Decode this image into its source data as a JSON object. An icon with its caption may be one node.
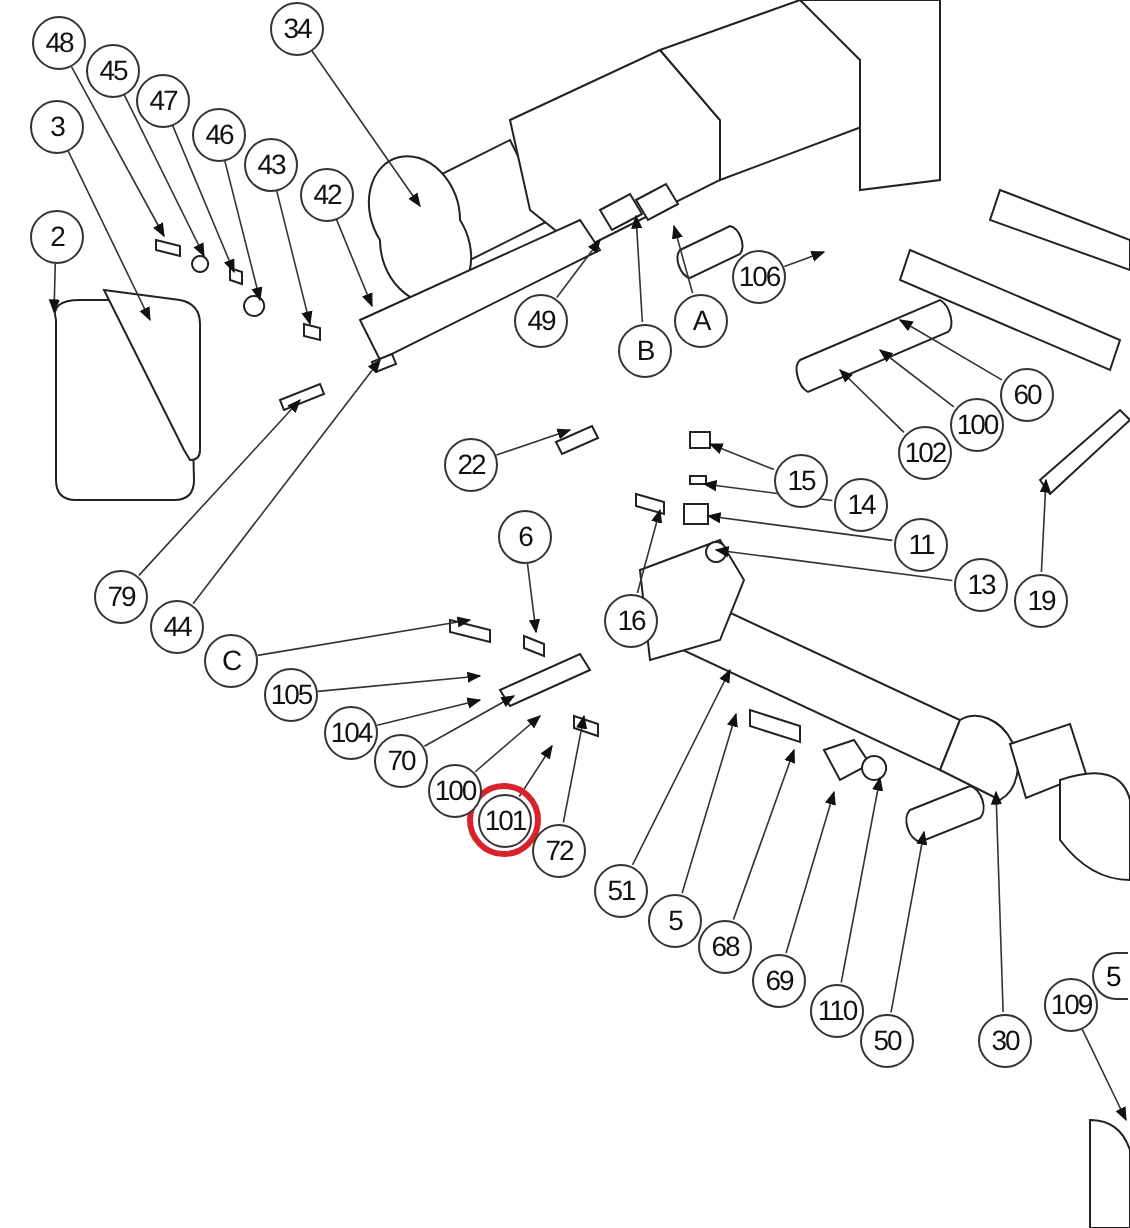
{
  "diagram": {
    "nodes": [
      {
        "text": [
          "34"
        ]
      },
      {
        "text": [
          "48"
        ]
      },
      {
        "text": [
          "45"
        ]
      },
      {
        "text": [
          "47"
        ]
      },
      {
        "text": [
          "46"
        ]
      },
      {
        "text": [
          "3"
        ]
      },
      {
        "text": [
          "43"
        ]
      },
      {
        "text": [
          "42"
        ]
      },
      {
        "text": [
          "2"
        ]
      },
      {
        "text": [
          "49"
        ]
      },
      {
        "text": [
          "106"
        ]
      },
      {
        "text": [
          "A"
        ]
      },
      {
        "text": [
          "B"
        ]
      },
      {
        "text": [
          "60"
        ]
      },
      {
        "text": [
          "100"
        ]
      },
      {
        "text": [
          "102"
        ]
      },
      {
        "text": [
          "15"
        ]
      },
      {
        "text": [
          "22"
        ]
      },
      {
        "text": [
          "14"
        ]
      },
      {
        "text": [
          "11"
        ]
      },
      {
        "text": [
          "6"
        ]
      },
      {
        "text": [
          "16"
        ]
      },
      {
        "text": [
          "13"
        ]
      },
      {
        "text": [
          "79"
        ]
      },
      {
        "text": [
          "19"
        ]
      },
      {
        "text": [
          "44"
        ]
      },
      {
        "text": [
          "C"
        ]
      },
      {
        "text": [
          "105"
        ]
      },
      {
        "text": [
          "104"
        ]
      },
      {
        "text": [
          "70"
        ]
      },
      {
        "text": [
          "100"
        ]
      },
      {
        "text": [
          "101"
        ]
      },
      {
        "text": [
          "72"
        ]
      },
      {
        "text": [
          "51"
        ]
      },
      {
        "text": [
          "5"
        ]
      },
      {
        "text": [
          "68"
        ]
      },
      {
        "text": [
          "69"
        ]
      },
      {
        "text": [
          "109"
        ]
      },
      {
        "text": [
          "110"
        ]
      },
      {
        "text": [
          "50"
        ]
      },
      {
        "text": [
          "30"
        ]
      }
    ],
    "edges": [
      {
        "from": 0,
        "to": null,
        "arrow": "to"
      },
      {
        "from": 1,
        "to": null,
        "arrow": "to"
      },
      {
        "from": 2,
        "to": null,
        "arrow": "to"
      },
      {
        "from": 3,
        "to": null,
        "arrow": "to"
      },
      {
        "from": 4,
        "to": null,
        "arrow": "to"
      },
      {
        "from": 5,
        "to": null,
        "arrow": "to"
      },
      {
        "from": 6,
        "to": null,
        "arrow": "to"
      },
      {
        "from": 7,
        "to": null,
        "arrow": "to"
      },
      {
        "from": 8,
        "to": null,
        "arrow": "to"
      },
      {
        "from": 9,
        "to": null,
        "arrow": "to"
      },
      {
        "from": 10,
        "to": null,
        "arrow": "to"
      },
      {
        "from": 11,
        "to": null,
        "arrow": "to"
      },
      {
        "from": 12,
        "to": null,
        "arrow": "to"
      },
      {
        "from": 13,
        "to": null,
        "arrow": "to"
      },
      {
        "from": 14,
        "to": null,
        "arrow": "to"
      },
      {
        "from": 15,
        "to": null,
        "arrow": "to"
      },
      {
        "from": 16,
        "to": null,
        "arrow": "to"
      },
      {
        "from": 17,
        "to": null,
        "arrow": "to"
      },
      {
        "from": 18,
        "to": null,
        "arrow": "to"
      },
      {
        "from": 19,
        "to": null,
        "arrow": "to"
      },
      {
        "from": 20,
        "to": null,
        "arrow": "to"
      },
      {
        "from": 21,
        "to": null,
        "arrow": "to"
      },
      {
        "from": 22,
        "to": null,
        "arrow": "to"
      },
      {
        "from": 23,
        "to": null,
        "arrow": "to"
      },
      {
        "from": 24,
        "to": null,
        "arrow": "to"
      },
      {
        "from": 25,
        "to": null,
        "arrow": "to"
      },
      {
        "from": 26,
        "to": null,
        "arrow": "to"
      },
      {
        "from": 27,
        "to": null,
        "arrow": "to"
      },
      {
        "from": 28,
        "to": null,
        "arrow": "to"
      },
      {
        "from": 29,
        "to": null,
        "arrow": "to"
      },
      {
        "from": 30,
        "to": null,
        "arrow": "to"
      },
      {
        "from": 31,
        "to": null,
        "arrow": "to"
      },
      {
        "from": 32,
        "to": null,
        "arrow": "to"
      },
      {
        "from": 33,
        "to": null,
        "arrow": "to"
      },
      {
        "from": 34,
        "to": null,
        "arrow": "to"
      },
      {
        "from": 35,
        "to": null,
        "arrow": "to"
      },
      {
        "from": 36,
        "to": null,
        "arrow": "to"
      },
      {
        "from": 37,
        "to": null,
        "arrow": "to"
      },
      {
        "from": 38,
        "to": null,
        "arrow": "to"
      },
      {
        "from": 39,
        "to": null,
        "arrow": "to"
      },
      {
        "from": 40,
        "to": null,
        "arrow": "to"
      }
    ],
    "labels": [
      "5"
    ]
  }
}
